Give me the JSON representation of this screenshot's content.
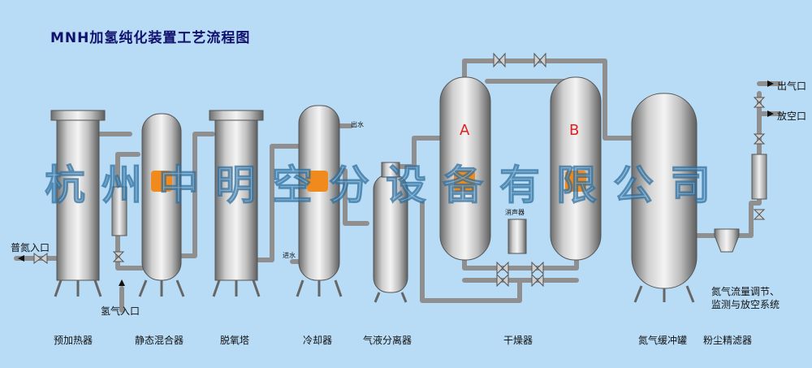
{
  "title": "MNH加氢纯化装置工艺流程图",
  "watermark": "杭州中明空分设备有限公司",
  "tank_letters": {
    "a": "A",
    "b": "B"
  },
  "equipment_labels": {
    "preheater": "预加热器",
    "static_mixer": "静态混合器",
    "deoxidizer": "脱氧塔",
    "cooler": "冷却器",
    "gas_liquid_separator": "气液分离器",
    "dryer": "干燥器",
    "nitrogen_buffer_tank": "氮气缓冲罐",
    "dust_filter": "粉尘精滤器"
  },
  "process_labels": {
    "nitrogen_inlet": "普氮入口",
    "hydrogen_inlet": "氢气入口",
    "water_out": "出水",
    "water_in": "进水",
    "gas_outlet": "出气口",
    "vent_port": "放空口",
    "drain": "消声器",
    "system_line1": "氮气流量调节、",
    "system_line2": "监测与放空系统"
  },
  "colors": {
    "background": "#b8dcf5",
    "vessel_mid": "#e6e6e6",
    "vessel_dark": "#6d6d6d",
    "logo_orange": "#f08a1c",
    "letter_red": "#e02020"
  }
}
